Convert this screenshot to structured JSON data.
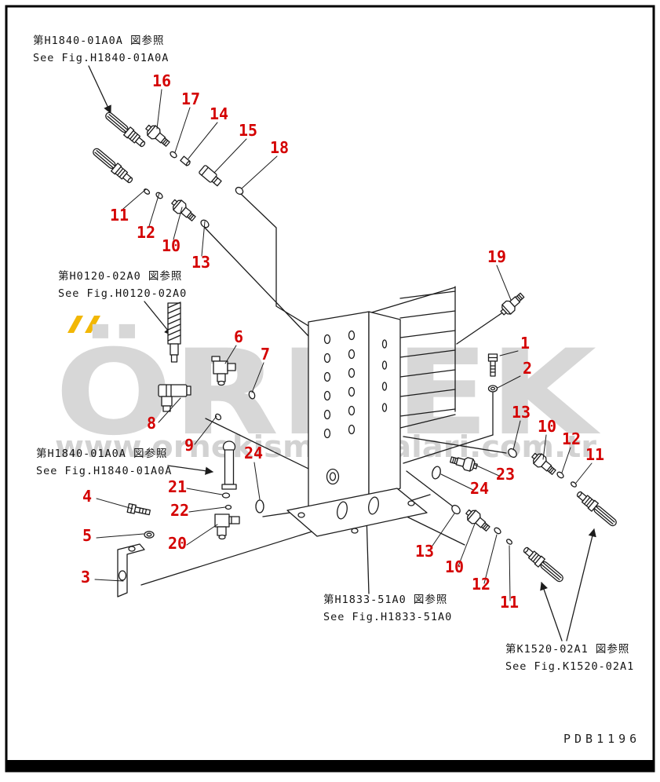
{
  "page": {
    "doc_code": "PDB1196",
    "background": "#ffffff"
  },
  "colors": {
    "line": "#1c1c1c",
    "part_number_red": "#d40000",
    "watermark_gray": "#d7d7d7",
    "watermark_accent_yellow": "#f2b705",
    "border": "#000000"
  },
  "watermark": {
    "brand": "ÖRNEK",
    "url": "www.ornekismakinalari.com.tr"
  },
  "references": [
    {
      "jp": "第H1840-01A0A 図参照",
      "en": "See Fig.H1840-01A0A"
    },
    {
      "jp": "第H0120-02A0 図参照",
      "en": "See Fig.H0120-02A0"
    },
    {
      "jp": "第H1840-01A0A 図参照",
      "en": "See Fig.H1840-01A0A"
    },
    {
      "jp": "第H1833-51A0 図参照",
      "en": "See Fig.H1833-51A0"
    },
    {
      "jp": "第K1520-02A1 図参照",
      "en": "See Fig.K1520-02A1"
    }
  ],
  "part_labels": [
    "16",
    "17",
    "14",
    "15",
    "18",
    "11",
    "12",
    "10",
    "13",
    "19",
    "6",
    "7",
    "1",
    "2",
    "8",
    "9",
    "13",
    "10",
    "12",
    "11",
    "24",
    "21",
    "22",
    "4",
    "5",
    "20",
    "23",
    "24",
    "3",
    "13",
    "10",
    "12",
    "11"
  ]
}
